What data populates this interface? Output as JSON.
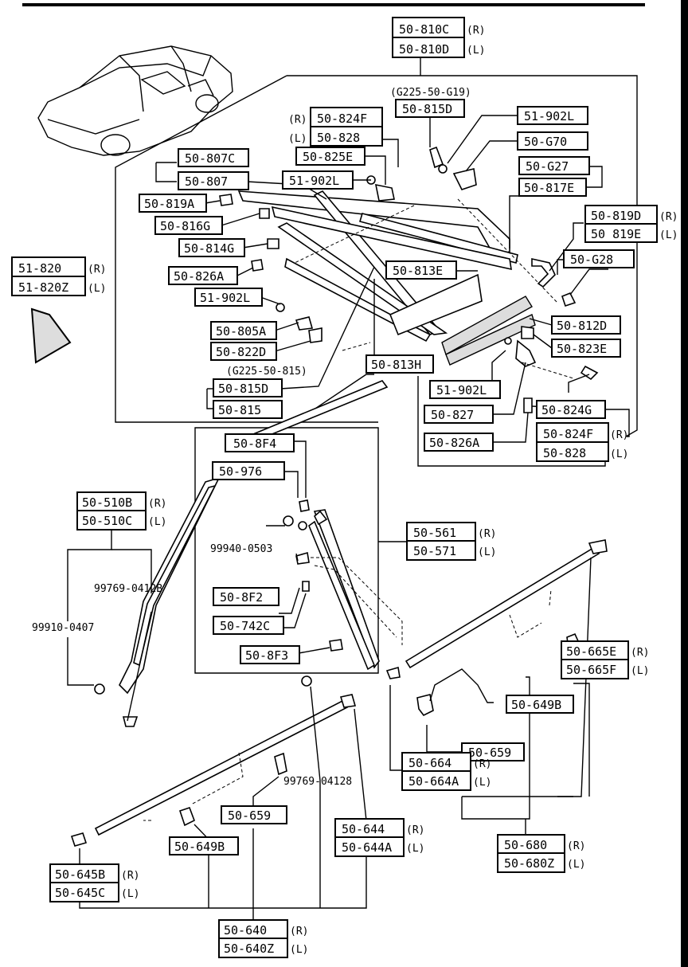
{
  "diagram": {
    "labels": {
      "p810": {
        "r": "50-810C",
        "l": "50-810D",
        "rl_r": "(R)",
        "rl_l": "(L)"
      },
      "g225_619": "(G225-50-G19)",
      "p815d": "50-815D",
      "p824f_top": {
        "r": "50-824F",
        "l": "50-828",
        "rl_r": "(R)",
        "rl_l": "(L)"
      },
      "p902l_a": "51-902L",
      "pg70": "50-G70",
      "p825e": "50-825E",
      "p902l_b": "51-902L",
      "p807c": "50-807C",
      "p807": "50-807",
      "pg27": "50-G27",
      "p817e": "50-817E",
      "p819a": "50-819A",
      "p819d": {
        "r": "50-819D",
        "l": "50 819E",
        "rl_r": "(R)",
        "rl_l": "(L)"
      },
      "p816g": "50-816G",
      "p814g": "50-814G",
      "pg28": "50-G28",
      "p820": {
        "r": "51-820",
        "l": "51-820Z",
        "rl_r": "(R)",
        "rl_l": "(L)"
      },
      "p826a_top": "50-826A",
      "p813e": "50-813E",
      "p902l_c": "51-902L",
      "p805a": "50-805A",
      "p812d": "50-812D",
      "p822d": "50-822D",
      "p823e": "50-823E",
      "p813h": "50-813H",
      "g225_815": "(G225-50-815)",
      "p815d_b": "50-815D",
      "p902l_d": "51-902L",
      "p815": "50-815",
      "p827": "50-827",
      "p824g": "50-824G",
      "p824f_bot": {
        "r": "50-824F",
        "l": "50-828",
        "rl_r": "(R)",
        "rl_l": "(L)"
      },
      "p826a_bot": "50-826A",
      "p8f4": "50-8F4",
      "p976": "50-976",
      "p510": {
        "r": "50-510B",
        "l": "50-510C",
        "rl_r": "(R)",
        "rl_l": "(L)"
      },
      "p561": {
        "r": "50-561",
        "l": "50-571",
        "rl_r": "(R)",
        "rl_l": "(L)"
      },
      "n99940": "99940-0503",
      "n99769a": "99769-0412B",
      "p8f2": "50-8F2",
      "n99910": "99910-0407",
      "p742c": "50-742C",
      "p665": {
        "r": "50-665E",
        "l": "50-665F",
        "rl_r": "(R)",
        "rl_l": "(L)"
      },
      "p8f3": "50-8F3",
      "p649b_r": "50-649B",
      "p659_r": "50-659",
      "p664": {
        "r": "50-664",
        "l": "50-664A",
        "rl_r": "(R)",
        "rl_l": "(L)"
      },
      "n99769b": "99769-04128",
      "p659_l": "50-659",
      "p644": {
        "r": "50-644",
        "l": "50-644A",
        "rl_r": "(R)",
        "rl_l": "(L)"
      },
      "p649b_l": "50-649B",
      "p680": {
        "r": "50-680",
        "l": "50-680Z",
        "rl_r": "(R)",
        "rl_l": "(L)"
      },
      "p645": {
        "r": "50-645B",
        "l": "50-645C",
        "rl_r": "(R)",
        "rl_l": "(L)"
      },
      "p640": {
        "r": "50-640",
        "l": "50-640Z",
        "rl_r": "(R)",
        "rl_l": "(L)"
      }
    }
  }
}
